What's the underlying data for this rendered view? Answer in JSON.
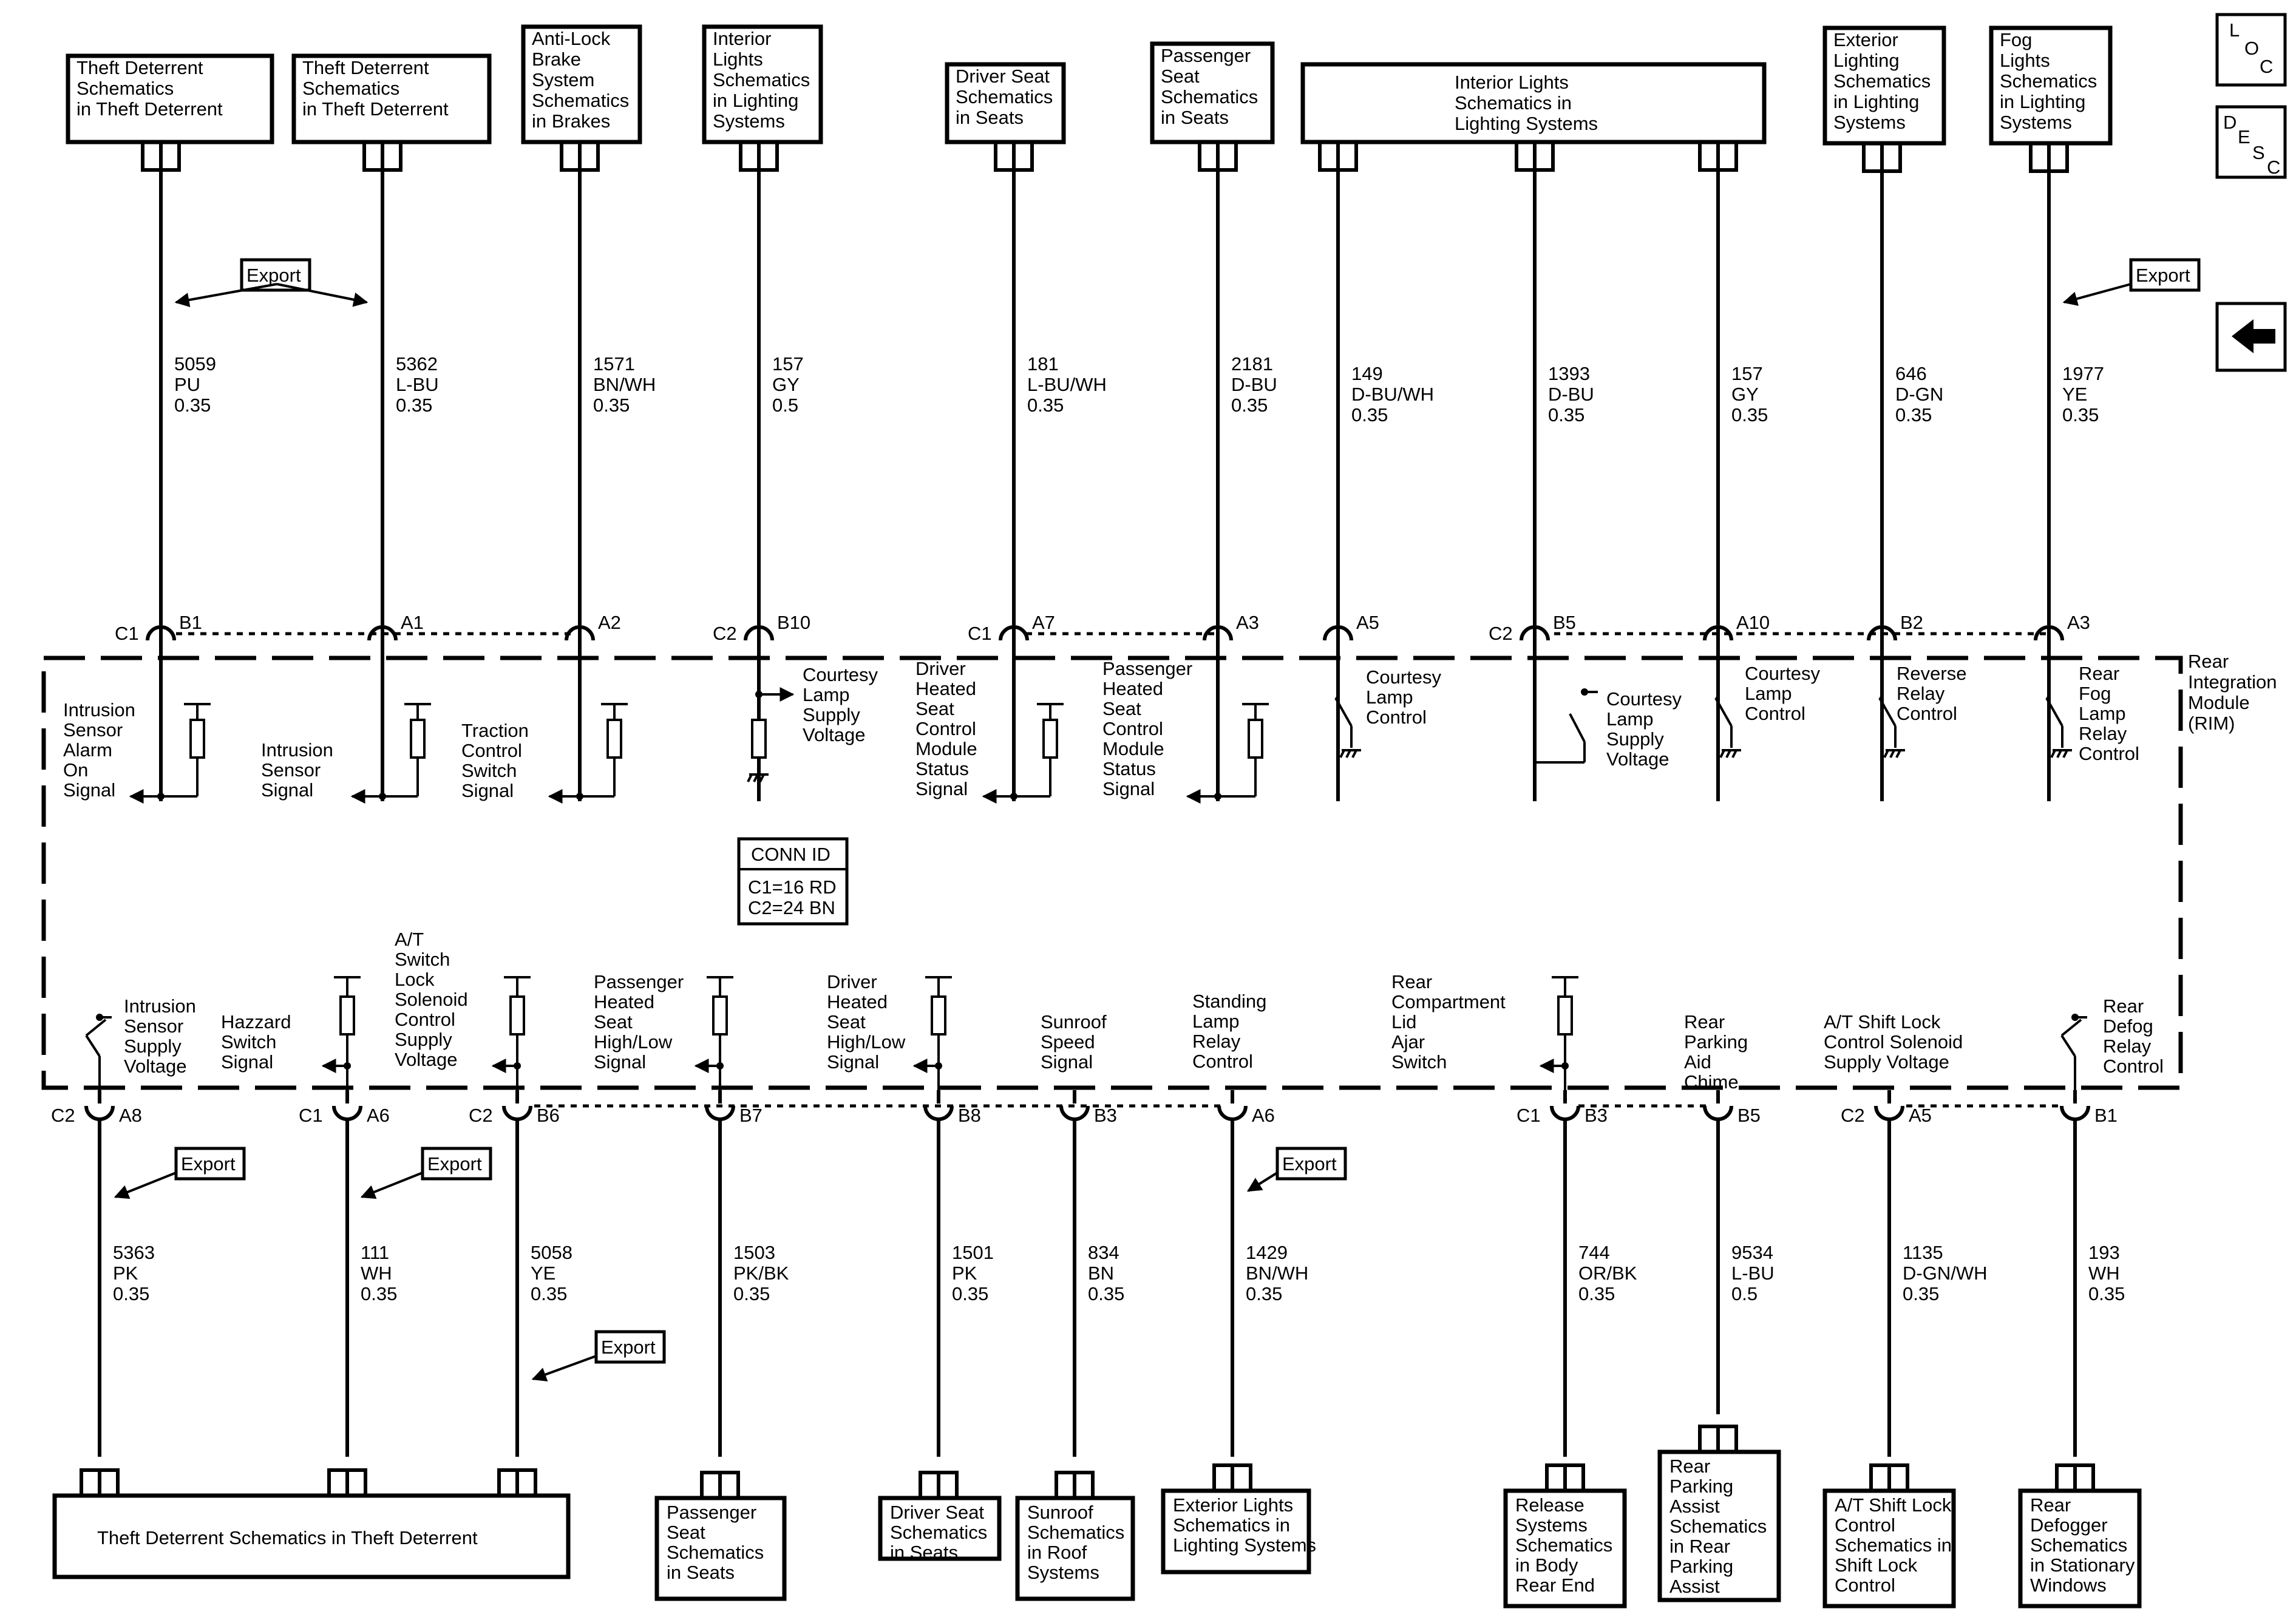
{
  "nav": {
    "loc": [
      "L",
      "O",
      "C"
    ],
    "desc": [
      "D",
      "E",
      "S",
      "C"
    ],
    "back_icon": "left-arrow-icon"
  },
  "module": {
    "name": [
      "Rear",
      "Integration",
      "Module",
      "(RIM)"
    ]
  },
  "conn_id": {
    "title": "CONN ID",
    "lines": [
      "C1=16 RD",
      "C2=24 BN"
    ]
  },
  "export_label": "Export",
  "top_refs": [
    [
      "Theft Deterrent",
      "Schematics",
      "in Theft Deterrent"
    ],
    [
      "Theft Deterrent",
      "Schematics",
      "in Theft Deterrent"
    ],
    [
      "Anti-Lock",
      "Brake",
      "System",
      "Schematics",
      "in Brakes"
    ],
    [
      "Interior",
      "Lights",
      "Schematics",
      "in Lighting",
      "Systems"
    ],
    [
      "Driver Seat",
      "Schematics",
      "in Seats"
    ],
    [
      "Passenger",
      "Seat",
      "Schematics",
      "in Seats"
    ],
    [
      "Interior Lights",
      "Schematics in",
      "Lighting Systems"
    ],
    [
      "Exterior",
      "Lighting",
      "Schematics",
      "in Lighting",
      "Systems"
    ],
    [
      "Fog",
      "Lights",
      "Schematics",
      "in Lighting",
      "Systems"
    ]
  ],
  "top_wires": [
    {
      "circuit": "5059",
      "color": "PU",
      "size": "0.35",
      "conn": "C1",
      "pin": "B1"
    },
    {
      "circuit": "5362",
      "color": "L-BU",
      "size": "0.35",
      "conn": "",
      "pin": "A1"
    },
    {
      "circuit": "1571",
      "color": "BN/WH",
      "size": "0.35",
      "conn": "",
      "pin": "A2"
    },
    {
      "circuit": "157",
      "color": "GY",
      "size": "0.5",
      "conn": "C2",
      "pin": "B10"
    },
    {
      "circuit": "181",
      "color": "L-BU/WH",
      "size": "0.35",
      "conn": "C1",
      "pin": "A7"
    },
    {
      "circuit": "2181",
      "color": "D-BU",
      "size": "0.35",
      "conn": "",
      "pin": "A3"
    },
    {
      "circuit": "149",
      "color": "D-BU/WH",
      "size": "0.35",
      "conn": "",
      "pin": "A5"
    },
    {
      "circuit": "1393",
      "color": "D-BU",
      "size": "0.35",
      "conn": "C2",
      "pin": "B5"
    },
    {
      "circuit": "157",
      "color": "GY",
      "size": "0.35",
      "conn": "",
      "pin": "A10"
    },
    {
      "circuit": "646",
      "color": "D-GN",
      "size": "0.35",
      "conn": "",
      "pin": "B2"
    },
    {
      "circuit": "1977",
      "color": "YE",
      "size": "0.35",
      "conn": "",
      "pin": "A3"
    }
  ],
  "top_signals": [
    [
      "Intrusion",
      "Sensor",
      "Alarm",
      "On",
      "Signal"
    ],
    [
      "Intrusion",
      "Sensor",
      "Signal"
    ],
    [
      "Traction",
      "Control",
      "Switch",
      "Signal"
    ],
    [
      "Courtesy",
      "Lamp",
      "Supply",
      "Voltage"
    ],
    [
      "Driver",
      "Heated",
      "Seat",
      "Control",
      "Module",
      "Status",
      "Signal"
    ],
    [
      "Passenger",
      "Heated",
      "Seat",
      "Control",
      "Module",
      "Status",
      "Signal"
    ],
    [
      "Courtesy",
      "Lamp",
      "Control"
    ],
    [
      "Courtesy",
      "Lamp",
      "Supply",
      "Voltage"
    ],
    [
      "Courtesy",
      "Lamp",
      "Control"
    ],
    [
      "Reverse",
      "Relay",
      "Control"
    ],
    [
      "Rear",
      "Fog",
      "Lamp",
      "Relay",
      "Control"
    ]
  ],
  "bottom_signals": [
    [
      "Intrusion",
      "Sensor",
      "Supply",
      "Voltage"
    ],
    [
      "Hazzard",
      "Switch",
      "Signal"
    ],
    [
      "A/T",
      "Switch",
      "Lock",
      "Solenoid",
      "Control",
      "Supply",
      "Voltage"
    ],
    [
      "Passenger",
      "Heated",
      "Seat",
      "High/Low",
      "Signal"
    ],
    [
      "Driver",
      "Heated",
      "Seat",
      "High/Low",
      "Signal"
    ],
    [
      "Sunroof",
      "Speed",
      "Signal"
    ],
    [
      "Standing",
      "Lamp",
      "Relay",
      "Control"
    ],
    [
      "Rear",
      "Compartment",
      "Lid",
      "Ajar",
      "Switch"
    ],
    [
      "Rear",
      "Parking",
      "Aid",
      "Chime"
    ],
    [
      "A/T Shift Lock",
      "Control Solenoid",
      "Supply Voltage"
    ],
    [
      "Rear",
      "Defog",
      "Relay",
      "Control"
    ]
  ],
  "bottom_wires": [
    {
      "circuit": "5363",
      "color": "PK",
      "size": "0.35",
      "conn": "C2",
      "pin": "A8"
    },
    {
      "circuit": "111",
      "color": "WH",
      "size": "0.35",
      "conn": "C1",
      "pin": "A6"
    },
    {
      "circuit": "5058",
      "color": "YE",
      "size": "0.35",
      "conn": "C2",
      "pin": "B6"
    },
    {
      "circuit": "1503",
      "color": "PK/BK",
      "size": "0.35",
      "conn": "",
      "pin": "B7"
    },
    {
      "circuit": "1501",
      "color": "PK",
      "size": "0.35",
      "conn": "",
      "pin": "B8"
    },
    {
      "circuit": "834",
      "color": "BN",
      "size": "0.35",
      "conn": "",
      "pin": "B3"
    },
    {
      "circuit": "1429",
      "color": "BN/WH",
      "size": "0.35",
      "conn": "",
      "pin": "A6"
    },
    {
      "circuit": "744",
      "color": "OR/BK",
      "size": "0.35",
      "conn": "C1",
      "pin": "B3"
    },
    {
      "circuit": "9534",
      "color": "L-BU",
      "size": "0.5",
      "conn": "",
      "pin": "B5"
    },
    {
      "circuit": "1135",
      "color": "D-GN/WH",
      "size": "0.35",
      "conn": "C2",
      "pin": "A5"
    },
    {
      "circuit": "193",
      "color": "WH",
      "size": "0.35",
      "conn": "",
      "pin": "B1"
    }
  ],
  "bottom_refs": [
    [
      "Theft Deterrent Schematics in Theft Deterrent"
    ],
    [
      "Passenger",
      "Seat",
      "Schematics",
      "in Seats"
    ],
    [
      "Driver Seat",
      "Schematics",
      "in Seats"
    ],
    [
      "Sunroof",
      "Schematics",
      "in Roof",
      "Systems"
    ],
    [
      "Exterior Lights",
      "Schematics in",
      "Lighting Systems"
    ],
    [
      "Release",
      "Systems",
      "Schematics",
      "in Body",
      "Rear End"
    ],
    [
      "Rear",
      "Parking",
      "Assist",
      "Schematics",
      "in Rear",
      "Parking",
      "Assist"
    ],
    [
      "A/T Shift Lock",
      "Control",
      "Schematics in",
      "Shift Lock",
      "Control"
    ],
    [
      "Rear",
      "Defogger",
      "Schematics",
      "in Stationary",
      "Windows"
    ]
  ]
}
